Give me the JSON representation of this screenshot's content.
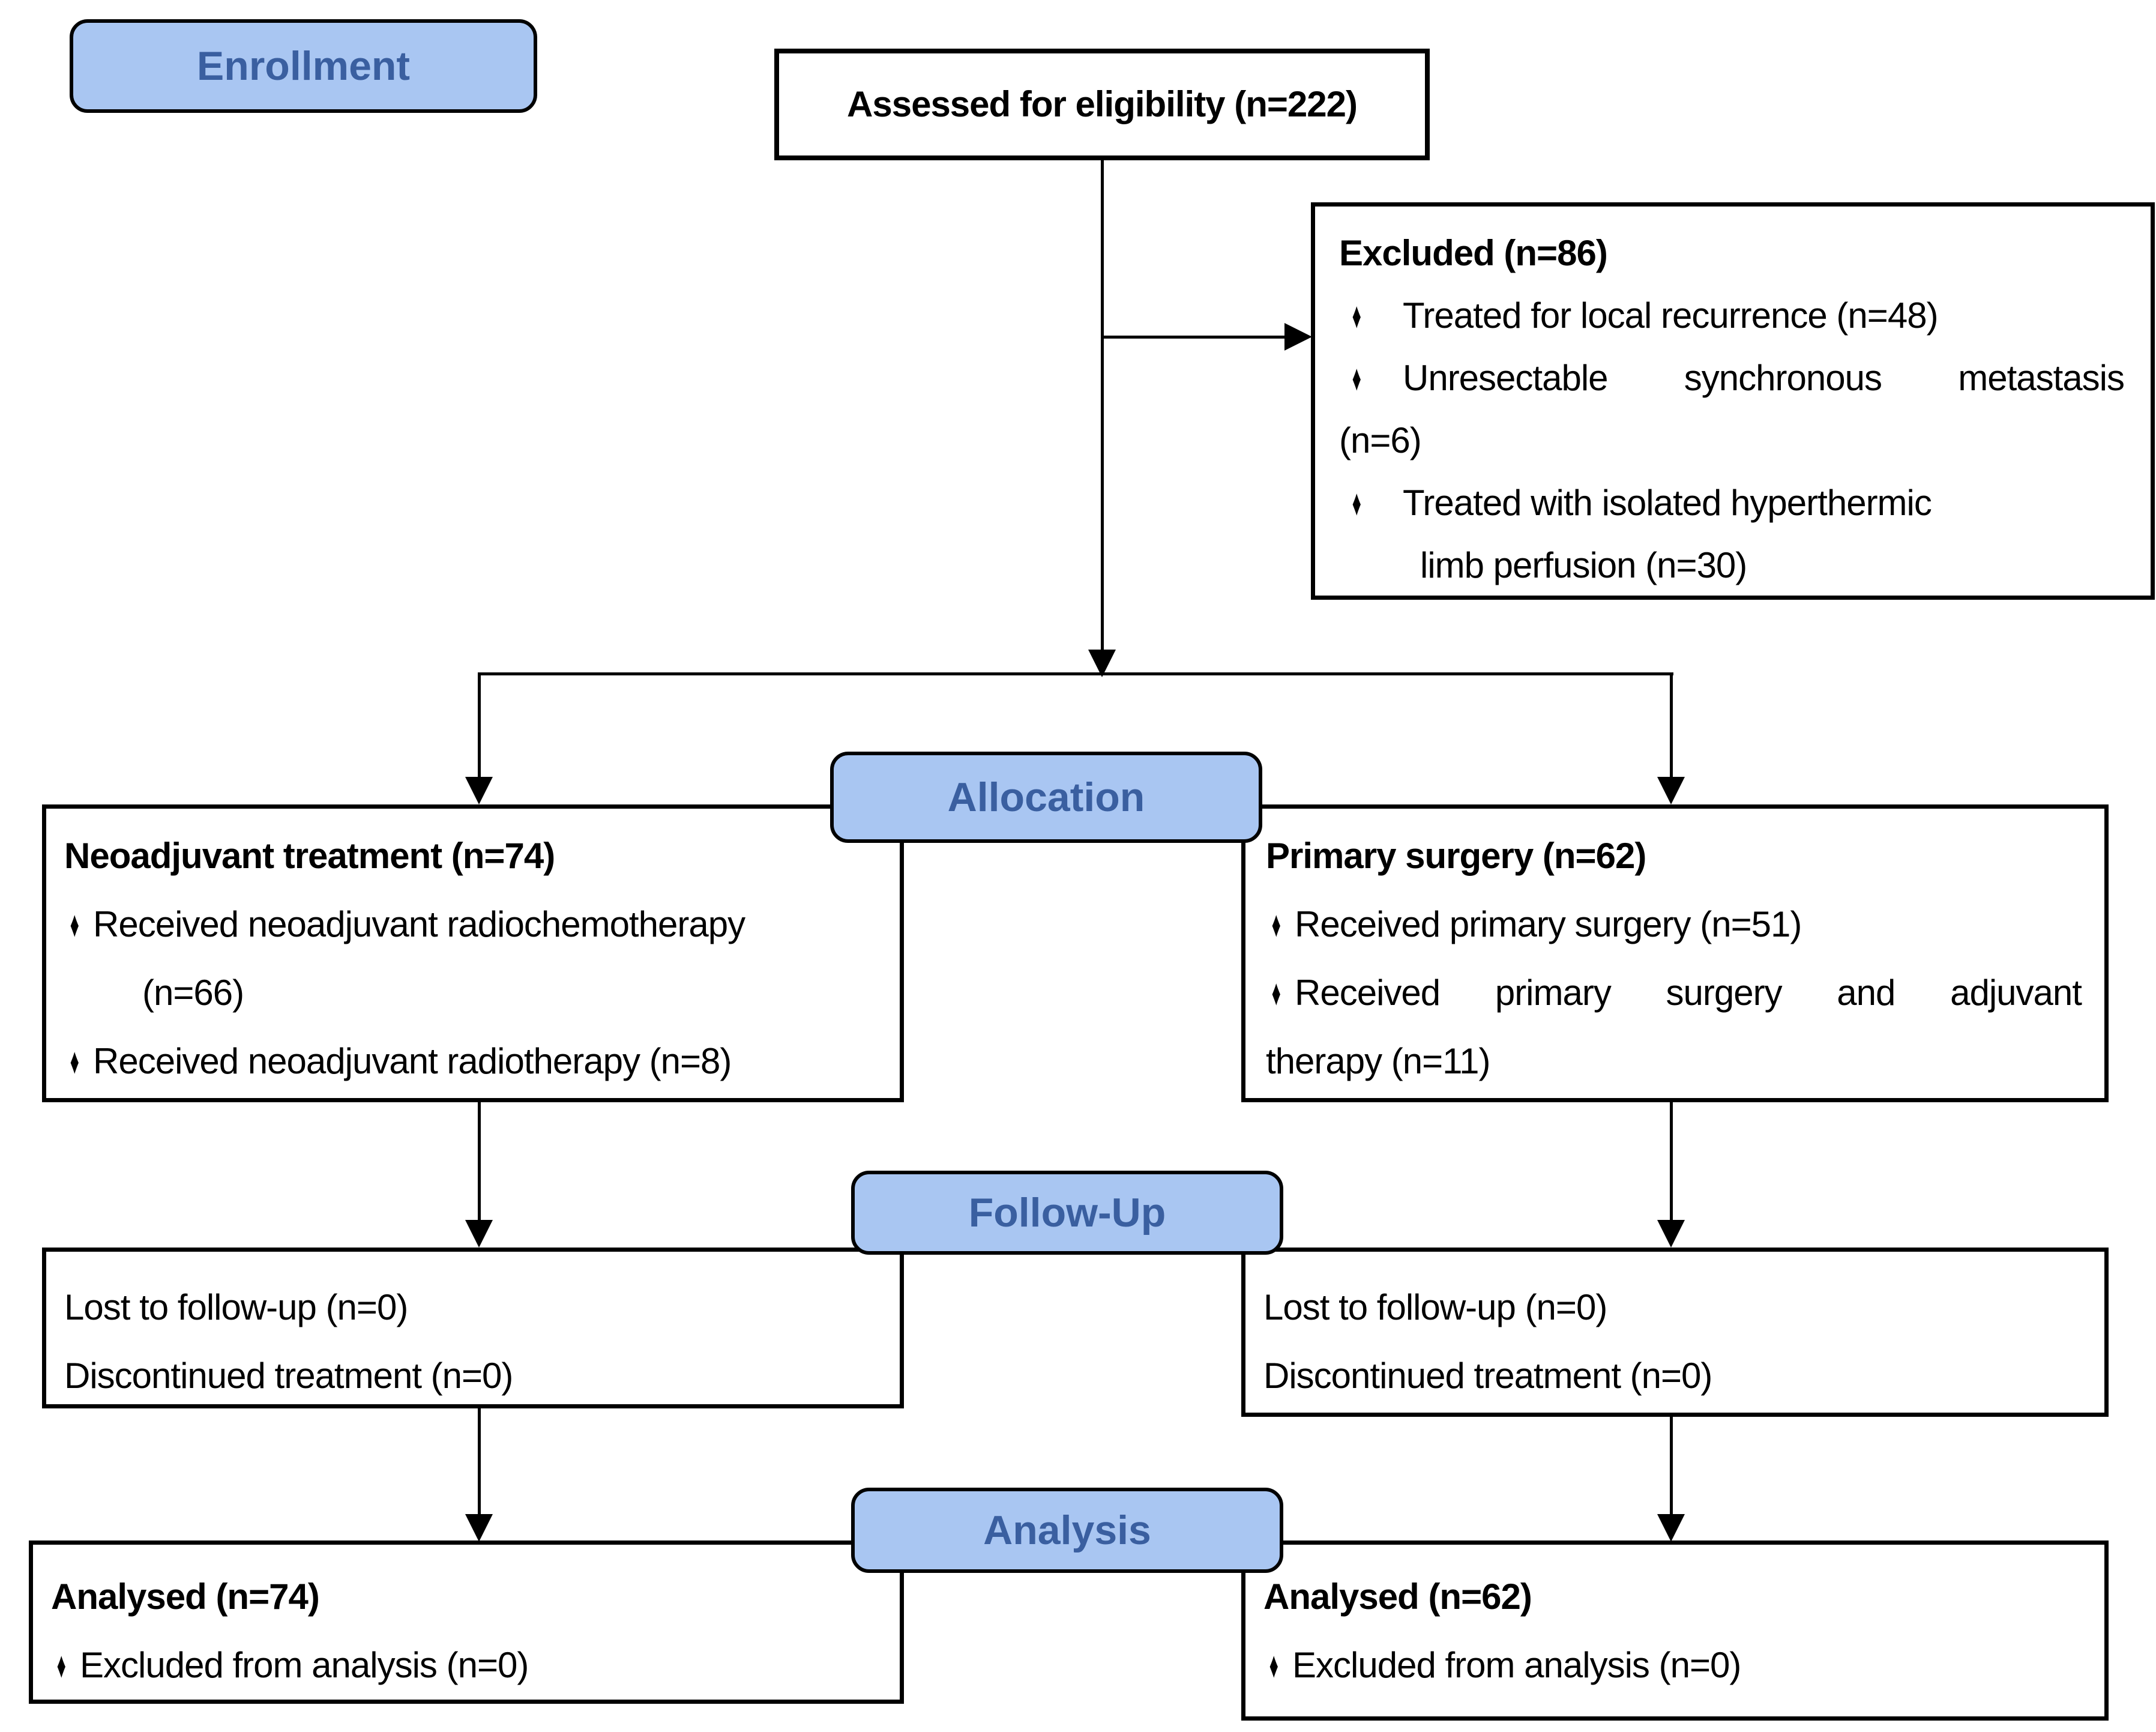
{
  "colors": {
    "pill_fill": "#a9c6f2",
    "pill_border": "#000000",
    "pill_text": "#3a5fa0",
    "box_border": "#000000",
    "text": "#000000",
    "background": "#ffffff"
  },
  "bullet_icon": "♦",
  "stages": {
    "enrollment": "Enrollment",
    "allocation": "Allocation",
    "followup": "Follow-Up",
    "analysis": "Analysis"
  },
  "boxes": {
    "assessed": {
      "title": "Assessed for eligibility (n=222)"
    },
    "excluded": {
      "title": "Excluded (n=86)",
      "item1": "Treated for local recurrence (n=48)",
      "item2_words": [
        "Unresectable",
        "synchronous",
        "metastasis"
      ],
      "item2_cont": "(n=6)",
      "item3_line1": "Treated with isolated hyperthermic",
      "item3_line2": "limb perfusion (n=30)"
    },
    "neoadjuvant": {
      "title": "Neoadjuvant treatment (n=74)",
      "item1_line1": "Received neoadjuvant radiochemotherapy",
      "item1_line2": "(n=66)",
      "item2": "Received neoadjuvant radiotherapy (n=8)"
    },
    "primary": {
      "title": "Primary surgery (n=62)",
      "item1": "Received primary surgery (n=51)",
      "item2_words": [
        "Received",
        "primary",
        "surgery",
        "and",
        "adjuvant"
      ],
      "item2_cont": "therapy (n=11)"
    },
    "followup_left": {
      "line1": "Lost to follow-up (n=0)",
      "line2": "Discontinued treatment (n=0)"
    },
    "followup_right": {
      "line1": "Lost to follow-up (n=0)",
      "line2": "Discontinued treatment (n=0)"
    },
    "analysis_left": {
      "title": "Analysed (n=74)",
      "item1": "Excluded from analysis (n=0)"
    },
    "analysis_right": {
      "title": "Analysed (n=62)",
      "item1": "Excluded from analysis (n=0)"
    }
  }
}
